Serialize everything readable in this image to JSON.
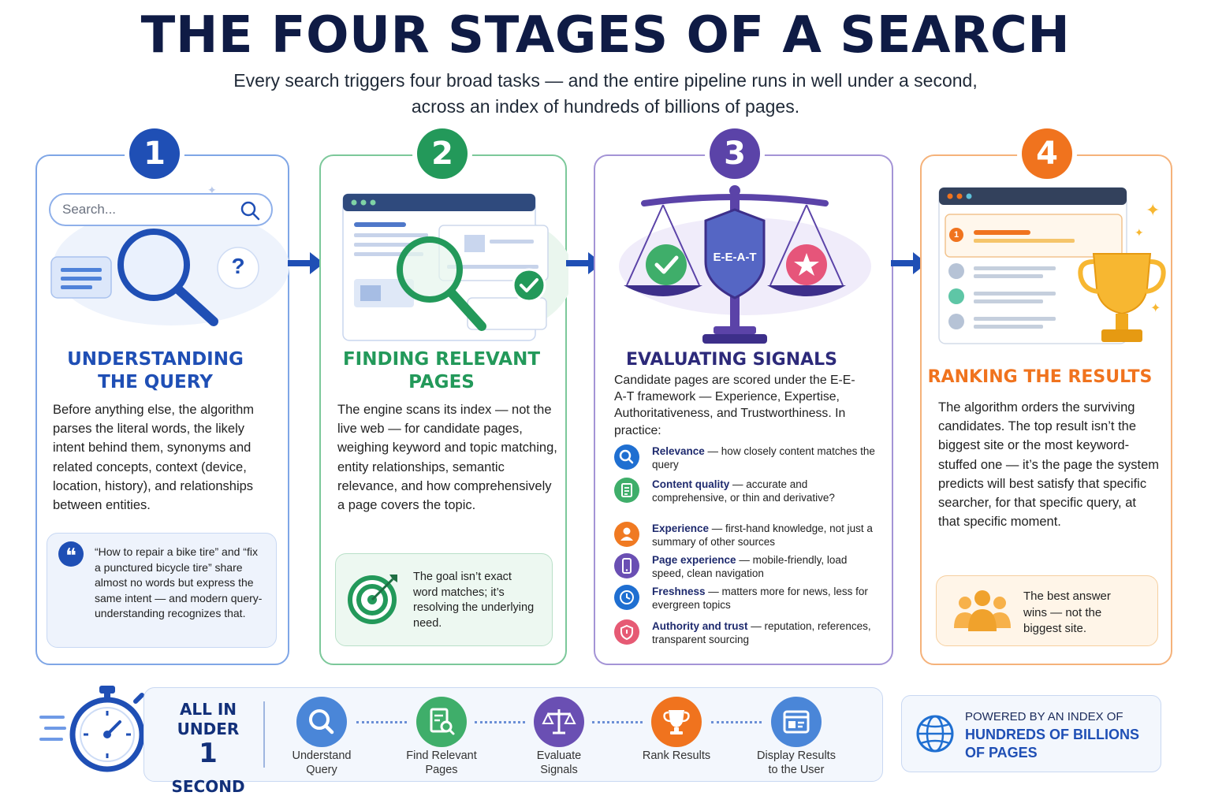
{
  "header": {
    "title": "THE FOUR STAGES OF A SEARCH",
    "subtitle_line1": "Every search triggers four broad tasks — and the entire pipeline runs in well under a second,",
    "subtitle_line2": "across an  index of hundreds of billions of pages."
  },
  "colors": {
    "blue": "#1f4fb5",
    "green": "#23995a",
    "purple": "#5b43a8",
    "orange": "#f0731e",
    "navy": "#0f1b45"
  },
  "stage1": {
    "number": "1",
    "search_placeholder": "Search...",
    "question_mark": "?",
    "heading_line1": "UNDERSTANDING",
    "heading_line2": "THE QUERY",
    "body": "Before anything else, the algorithm parses the literal words, the likely intent behind them, synonyms and related concepts, context (device, location, history), and relationships between entities.",
    "quote_mark": "❝",
    "note": "“How to repair a bike tire” and “fix a punctured bicycle tire” share almost no words but express the same intent — and modern query-understanding recognizes that."
  },
  "stage2": {
    "number": "2",
    "heading_line1": "FINDING RELEVANT",
    "heading_line2": "PAGES",
    "body": "The engine scans its index — not the live web — for candidate pages, weighing keyword and topic matching, entity relationships, semantic relevance, and how comprehensively a page covers the topic.",
    "note": "The goal isn’t exact word matches; it’s resolving the underlying need."
  },
  "stage3": {
    "number": "3",
    "shield_text": "E-E-A-T",
    "heading": "EVALUATING SIGNALS",
    "body": "Candidate pages are scored under the E-E-A-T framework — Experience, Expertise, Authoritativeness, and Trustworthiness. In practice:",
    "signals": [
      {
        "name": "Relevance",
        "desc": " — how closely content matches the query",
        "icon": "search-icon",
        "color": "#1f6fd1"
      },
      {
        "name": "Content quality",
        "desc": " — accurate and comprehensive, or thin and derivative?",
        "icon": "document-icon",
        "color": "#3fae6a"
      },
      {
        "name": "Experience",
        "desc": " — first-hand knowledge, not just a summary of other sources",
        "icon": "person-icon",
        "color": "#f07a22"
      },
      {
        "name": "Page experience",
        "desc": " — mobile-friendly, load speed, clean navigation",
        "icon": "mobile-icon",
        "color": "#6a4fb3"
      },
      {
        "name": "Freshness",
        "desc": " — matters more for news, less for evergreen topics",
        "icon": "clock-icon",
        "color": "#1f6fd1"
      },
      {
        "name": "Authority and trust",
        "desc": " — reputation, references, transparent sourcing",
        "icon": "shield-icon",
        "color": "#e65a74"
      }
    ]
  },
  "stage4": {
    "number": "4",
    "rank_badge": "1",
    "heading": "RANKING THE RESULTS",
    "body": "The algorithm orders the surviving candidates. The top result isn’t the biggest site or the most keyword-stuffed one — it’s the page the system predicts will best satisfy that specific searcher, for that specific query, at that specific moment.",
    "note": "The best answer wins — not the biggest site."
  },
  "pipeline": {
    "timer_line1": "ALL IN",
    "timer_line2": "UNDER",
    "timer_big": "1",
    "timer_unit": "SECOND",
    "steps": [
      {
        "label_line1": "Understand",
        "label_line2": "Query",
        "icon": "search-icon"
      },
      {
        "label_line1": "Find Relevant",
        "label_line2": "Pages",
        "icon": "document-search-icon"
      },
      {
        "label_line1": "Evaluate",
        "label_line2": "Signals",
        "icon": "scale-icon"
      },
      {
        "label_line1": "Rank Results",
        "label_line2": "",
        "icon": "trophy-icon"
      },
      {
        "label_line1": "Display Results",
        "label_line2": "to the User",
        "icon": "browser-icon"
      }
    ]
  },
  "index_box": {
    "line1": "POWERED BY AN INDEX OF",
    "line2": "HUNDREDS OF BILLIONS",
    "line3": "OF PAGES"
  }
}
